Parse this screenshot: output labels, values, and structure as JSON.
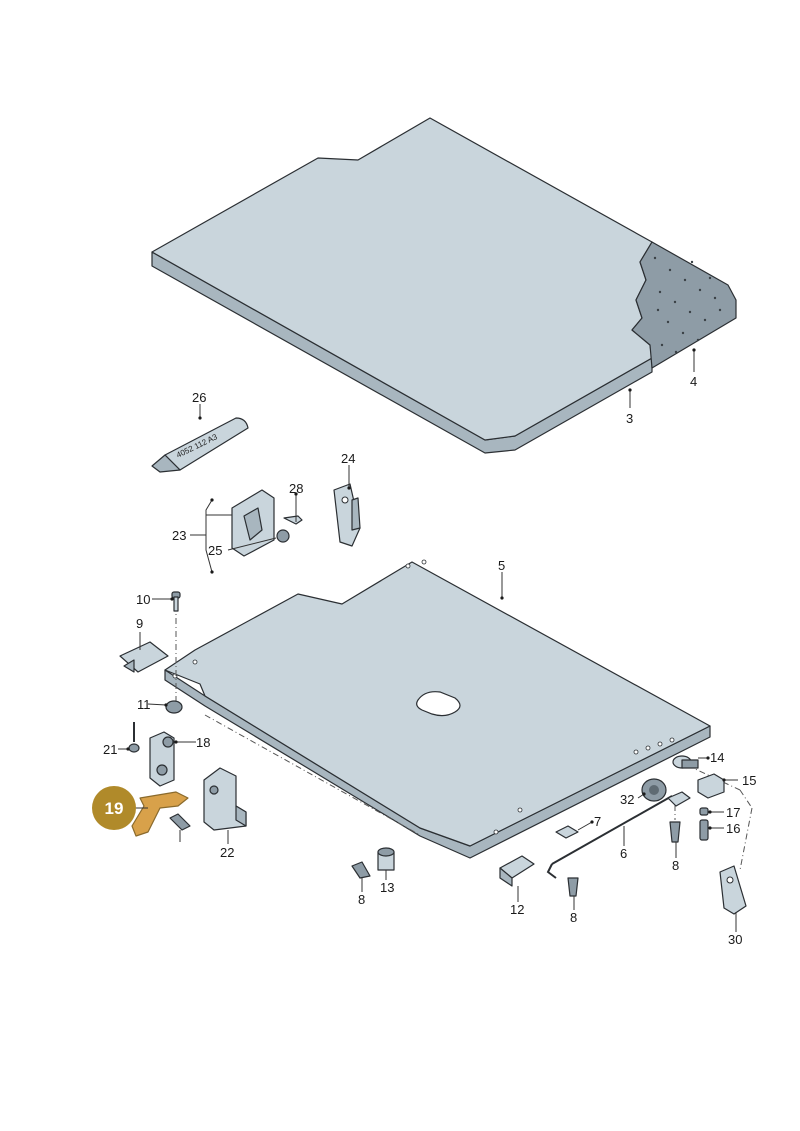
{
  "highlight_badge": "19",
  "tube_text": "4052 112 A3",
  "callouts": {
    "c3": "3",
    "c4": "4",
    "c5": "5",
    "c6": "6",
    "c7": "7",
    "c8a": "8",
    "c8b": "8",
    "c8c": "8",
    "c9": "9",
    "c10": "10",
    "c11": "11",
    "c12": "12",
    "c13": "13",
    "c14": "14",
    "c15": "15",
    "c16": "16",
    "c17": "17",
    "c18": "18",
    "c21": "21",
    "c22": "22",
    "c23": "23",
    "c24": "24",
    "c25": "25",
    "c26": "26",
    "c28": "28",
    "c30": "30",
    "c32": "32"
  }
}
